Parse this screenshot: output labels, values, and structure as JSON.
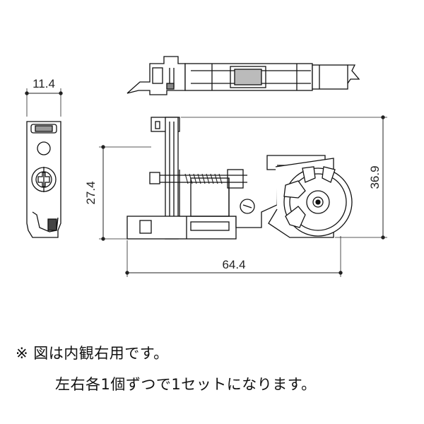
{
  "dimensions": {
    "side_width": "11.4",
    "height_left": "27.4",
    "height_right": "36.9",
    "length": "64.4"
  },
  "notes": {
    "line1": "※ 図は内観右用です。",
    "line2": "左右各1個ずつで1セットになります。"
  }
}
